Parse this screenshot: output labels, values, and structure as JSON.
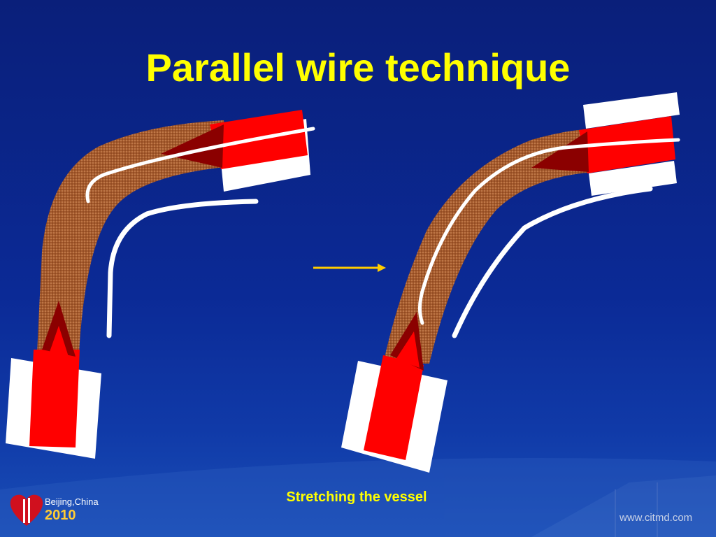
{
  "slide": {
    "title": "Parallel wire technique",
    "caption": "Stretching the vessel"
  },
  "footer": {
    "event_city": "Beijing,China",
    "event_year": "2010",
    "website": "www.citmd.com"
  },
  "colors": {
    "background": "#0b2a96",
    "title_text": "#ffff00",
    "vessel": "#a0522d",
    "stump_red": "#ff0000",
    "stump_dark_red": "#8b0000",
    "sleeve_white": "#ffffff",
    "wire": "#ffffff",
    "arrow": "#ffcc00"
  },
  "icons": {
    "transition_arrow": "right-arrow-icon",
    "event_logo": "heart-logo-icon"
  }
}
